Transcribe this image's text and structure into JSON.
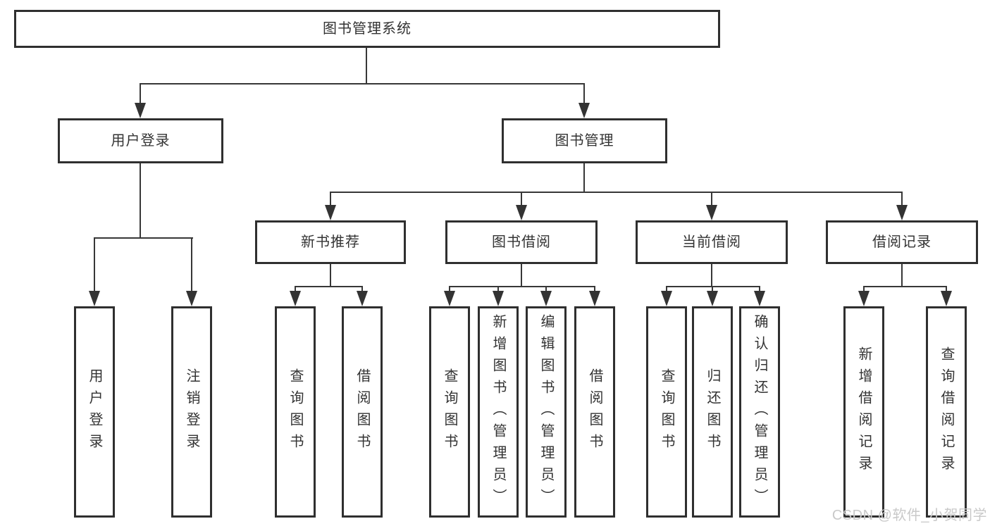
{
  "diagram": {
    "root": "图书管理系统",
    "branches": [
      {
        "label": "用户登录",
        "children": [
          "用户登录",
          "注销登录"
        ]
      },
      {
        "label": "图书管理",
        "children": [
          {
            "label": "新书推荐",
            "children": [
              "查询图书",
              "借阅图书"
            ]
          },
          {
            "label": "图书借阅",
            "children": [
              "查询图书",
              "新增图书（管理员）",
              "编辑图书（管理员）",
              "借阅图书"
            ]
          },
          {
            "label": "当前借阅",
            "children": [
              "查询图书",
              "归还图书",
              "确认归还（管理员）"
            ]
          },
          {
            "label": "借阅记录",
            "children": [
              "新增借阅记录",
              "查询借阅记录"
            ]
          }
        ]
      }
    ]
  },
  "watermark": "CSDN @软件_小贺同学",
  "colors": {
    "line": "#333333",
    "node_border": "#2f2f2f",
    "text": "#333333",
    "watermark": "#c9c9c9",
    "background": "#ffffff"
  }
}
